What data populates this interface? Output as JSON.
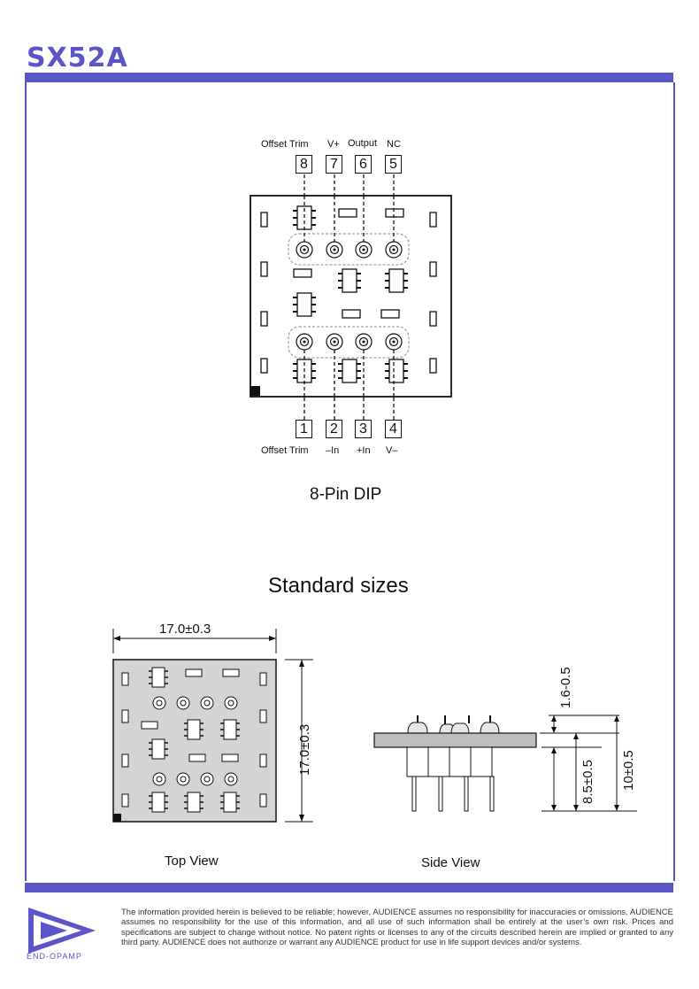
{
  "header": {
    "title": "SX52A"
  },
  "pinout": {
    "top_labels": [
      "Offset Trim",
      "V+",
      "Output",
      "NC"
    ],
    "top_pins": [
      "8",
      "7",
      "6",
      "5"
    ],
    "bottom_pins": [
      "1",
      "2",
      "3",
      "4"
    ],
    "bottom_labels": [
      "Offset Trim",
      "–In",
      "+In",
      "V–"
    ],
    "caption": "8-Pin DIP"
  },
  "sizes": {
    "heading": "Standard sizes",
    "width_dim": "17.0±0.3",
    "height_dim": "17.0±0.3",
    "top_view": "Top View",
    "side_view": "Side View",
    "dim_a": "1.6-0.5",
    "dim_b": "8.5±0.5",
    "dim_c": "10±0.5"
  },
  "footer": {
    "disclaimer": "The information provided herein is believed to be reliable; however, AUDIENCE assumes no responsibility for inaccuracies or omissions. AUDIENCE assumes no responsibility for the use of this information, and all use of such information shall be entirely at the user’s own risk. Prices and specifications are subject to change without notice. No patent rights or licenses to any of the circuits described herein are implied or granted to any third party. AUDIENCE does not authorize or warrant  any AUDIENCE product for use in life support devices and/or systems.",
    "logo_text": "END-OPAMP"
  },
  "colors": {
    "accent": "#5b55c8"
  }
}
